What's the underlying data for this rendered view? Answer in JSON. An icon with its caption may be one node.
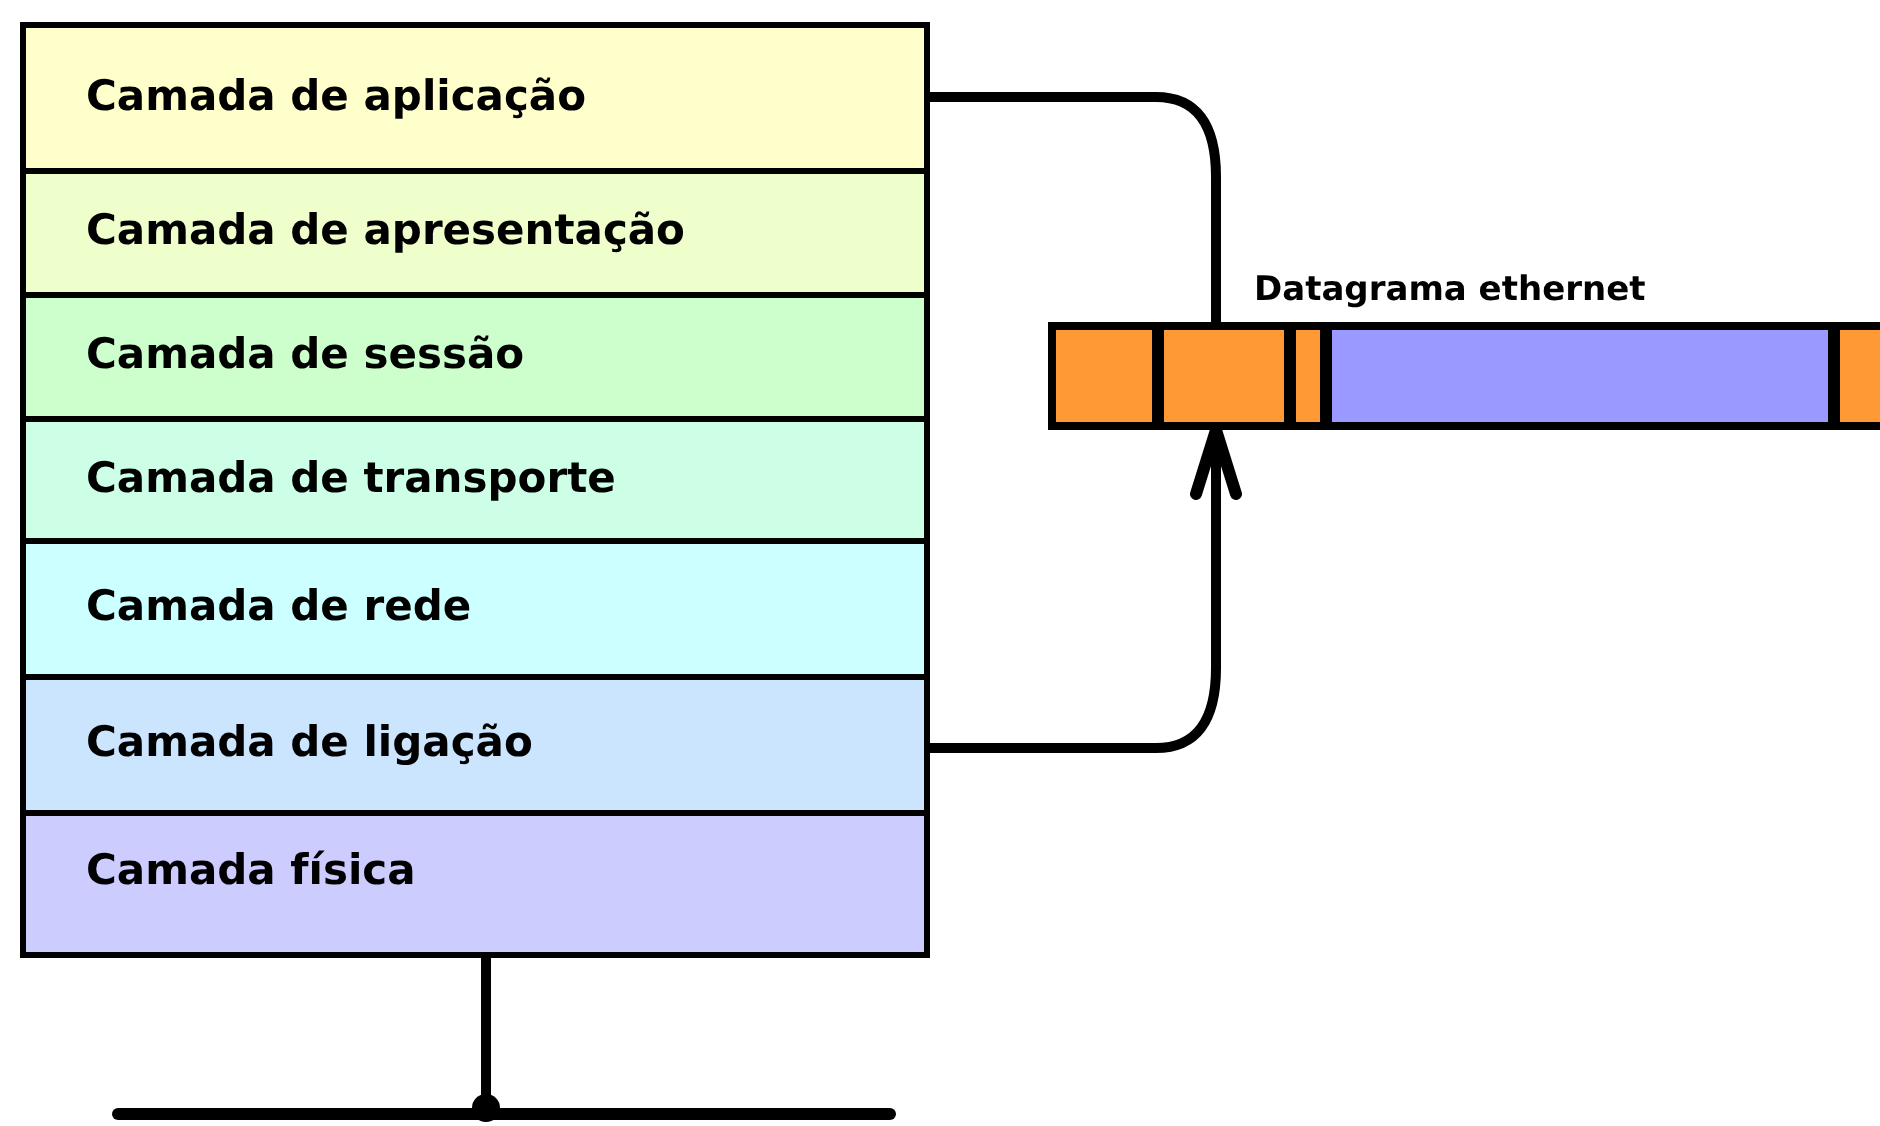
{
  "diagram": {
    "nodes": [
      {
        "text": [
          "Camada de aplicação"
        ]
      },
      {
        "text": [
          "Camada de apresentação"
        ]
      },
      {
        "text": [
          "Camada de sessão"
        ]
      },
      {
        "text": [
          "Camada de transporte"
        ]
      },
      {
        "text": [
          "Camada de rede"
        ]
      },
      {
        "text": [
          "Camada de ligação"
        ]
      },
      {
        "text": [
          "Camada física"
        ]
      },
      {
        "text": [
          "Datagrama ethernet"
        ]
      },
      {
        "text": [],
        "shape": "box",
        "in": 7
      },
      {
        "text": [],
        "shape": "box",
        "in": 7
      },
      {
        "text": [],
        "shape": "box",
        "in": 7
      },
      {
        "text": [],
        "shape": "box",
        "in": 7
      },
      {
        "text": [],
        "shape": "box",
        "in": 7
      },
      {
        "text": [],
        "shape": "bar"
      }
    ],
    "edges": [
      {
        "from": 0,
        "to": 9,
        "arrow": "none"
      },
      {
        "from": 5,
        "to": 9,
        "arrow": "to"
      },
      {
        "from": 6,
        "to": 13,
        "arrow": "other"
      }
    ]
  }
}
